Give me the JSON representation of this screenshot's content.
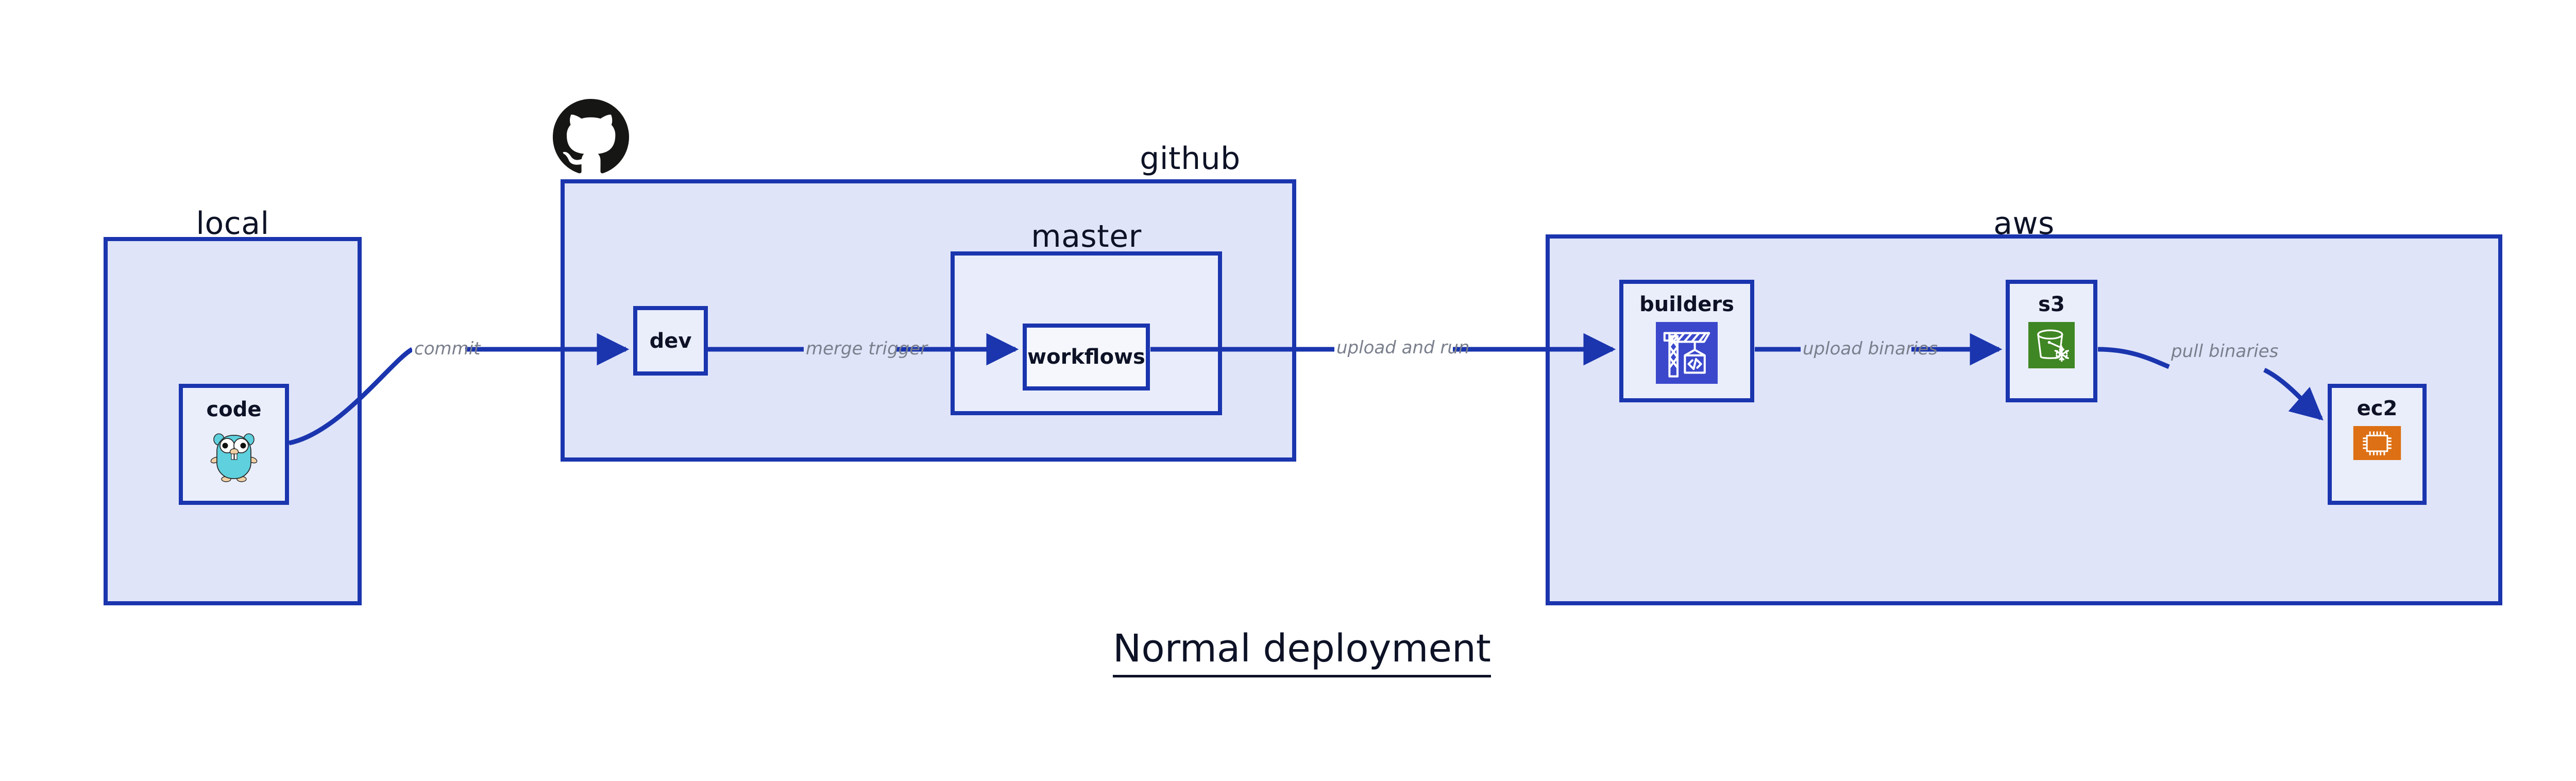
{
  "title": "Normal deployment",
  "colors": {
    "cluster_fill": "#dfe4f9",
    "node_fill": "#eaeefb",
    "border": "#1a35ae",
    "edge": "#1a35ae",
    "edge_label": "#7a7f8c",
    "text": "#0d1226",
    "codebuild_icon": "#3b48cc",
    "s3_icon": "#3f8624",
    "ec2_icon": "#dd7014",
    "gopher_body": "#5fd0dd",
    "github_mark": "#161614"
  },
  "clusters": [
    {
      "id": "local",
      "label": "local"
    },
    {
      "id": "github",
      "label": "github"
    },
    {
      "id": "master",
      "label": "master"
    },
    {
      "id": "aws",
      "label": "aws"
    }
  ],
  "nodes": [
    {
      "id": "code",
      "label": "code",
      "icon": "golang-gopher-icon",
      "cluster": "local"
    },
    {
      "id": "dev",
      "label": "dev",
      "icon": "none",
      "cluster": "github"
    },
    {
      "id": "workflows",
      "label": "workflows",
      "icon": "none",
      "cluster": "master"
    },
    {
      "id": "builders",
      "label": "builders",
      "icon": "aws-codebuild-icon",
      "cluster": "aws"
    },
    {
      "id": "s3",
      "label": "s3",
      "icon": "aws-s3-glacier-icon",
      "cluster": "aws"
    },
    {
      "id": "ec2",
      "label": "ec2",
      "icon": "aws-ec2-icon",
      "cluster": "aws"
    }
  ],
  "edges": [
    {
      "id": "code-dev",
      "from": "code",
      "to": "dev",
      "label": "commit"
    },
    {
      "id": "dev-workflows",
      "from": "dev",
      "to": "workflows",
      "label": "merge trigger"
    },
    {
      "id": "workflows-builders",
      "from": "workflows",
      "to": "builders",
      "label": "upload and run"
    },
    {
      "id": "builders-s3",
      "from": "builders",
      "to": "s3",
      "label": "upload binaries"
    },
    {
      "id": "s3-ec2",
      "from": "s3",
      "to": "ec2",
      "label": "pull binaries"
    }
  ],
  "icons": {
    "github_mark": "github-octocat-icon"
  }
}
